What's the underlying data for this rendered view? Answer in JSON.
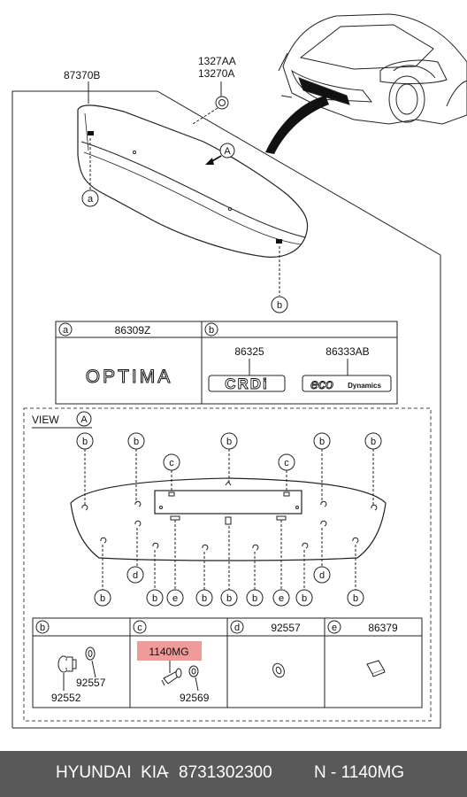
{
  "callouts": {
    "main_part": "87370B",
    "nut_1": "1327AA",
    "nut_2": "13270A"
  },
  "circle_letters": {
    "a": "a",
    "b": "b",
    "c": "c",
    "d": "d",
    "e": "e",
    "A": "A"
  },
  "emblem_table": {
    "a_part": "86309Z",
    "b_part_1": "86325",
    "b_part_2": "86333AB",
    "optima_text": "OPTIMA",
    "crdi_text": "CRDi",
    "eco_text": "eco",
    "eco_sub": "Dynamics"
  },
  "view": {
    "label": "VIEW"
  },
  "parts_table": {
    "b_part_1": "92557",
    "b_part_2": "92552",
    "c_part_1": "1140MG",
    "c_part_2": "92569",
    "d_part": "92557",
    "e_part": "86379"
  },
  "colors": {
    "highlight": "#f09a9a",
    "footer_bg": "#595959"
  },
  "footer": {
    "brand": "HYUNDAI  KIA",
    "sep1": "-",
    "part_number": "8731302300",
    "note": "N - 1140MG"
  }
}
